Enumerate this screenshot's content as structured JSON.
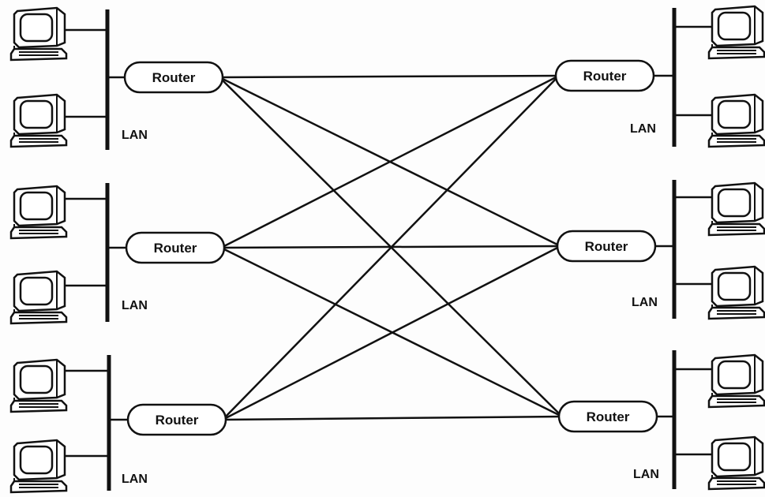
{
  "diagram": {
    "router_label": "Router",
    "lan_label": "LAN",
    "colors": {
      "ink": "#111111",
      "paper": "#fdfdfd"
    },
    "left_lans": [
      {
        "router": "Router",
        "lan": "LAN",
        "computers": 2
      },
      {
        "router": "Router",
        "lan": "LAN",
        "computers": 2
      },
      {
        "router": "Router",
        "lan": "LAN",
        "computers": 2
      }
    ],
    "right_lans": [
      {
        "router": "Router",
        "lan": "LAN",
        "computers": 2
      },
      {
        "router": "Router",
        "lan": "LAN",
        "computers": 2
      },
      {
        "router": "Router",
        "lan": "LAN",
        "computers": 2
      }
    ],
    "icon": "desktop-computer-icon",
    "links": "every left router connects to every right router"
  }
}
